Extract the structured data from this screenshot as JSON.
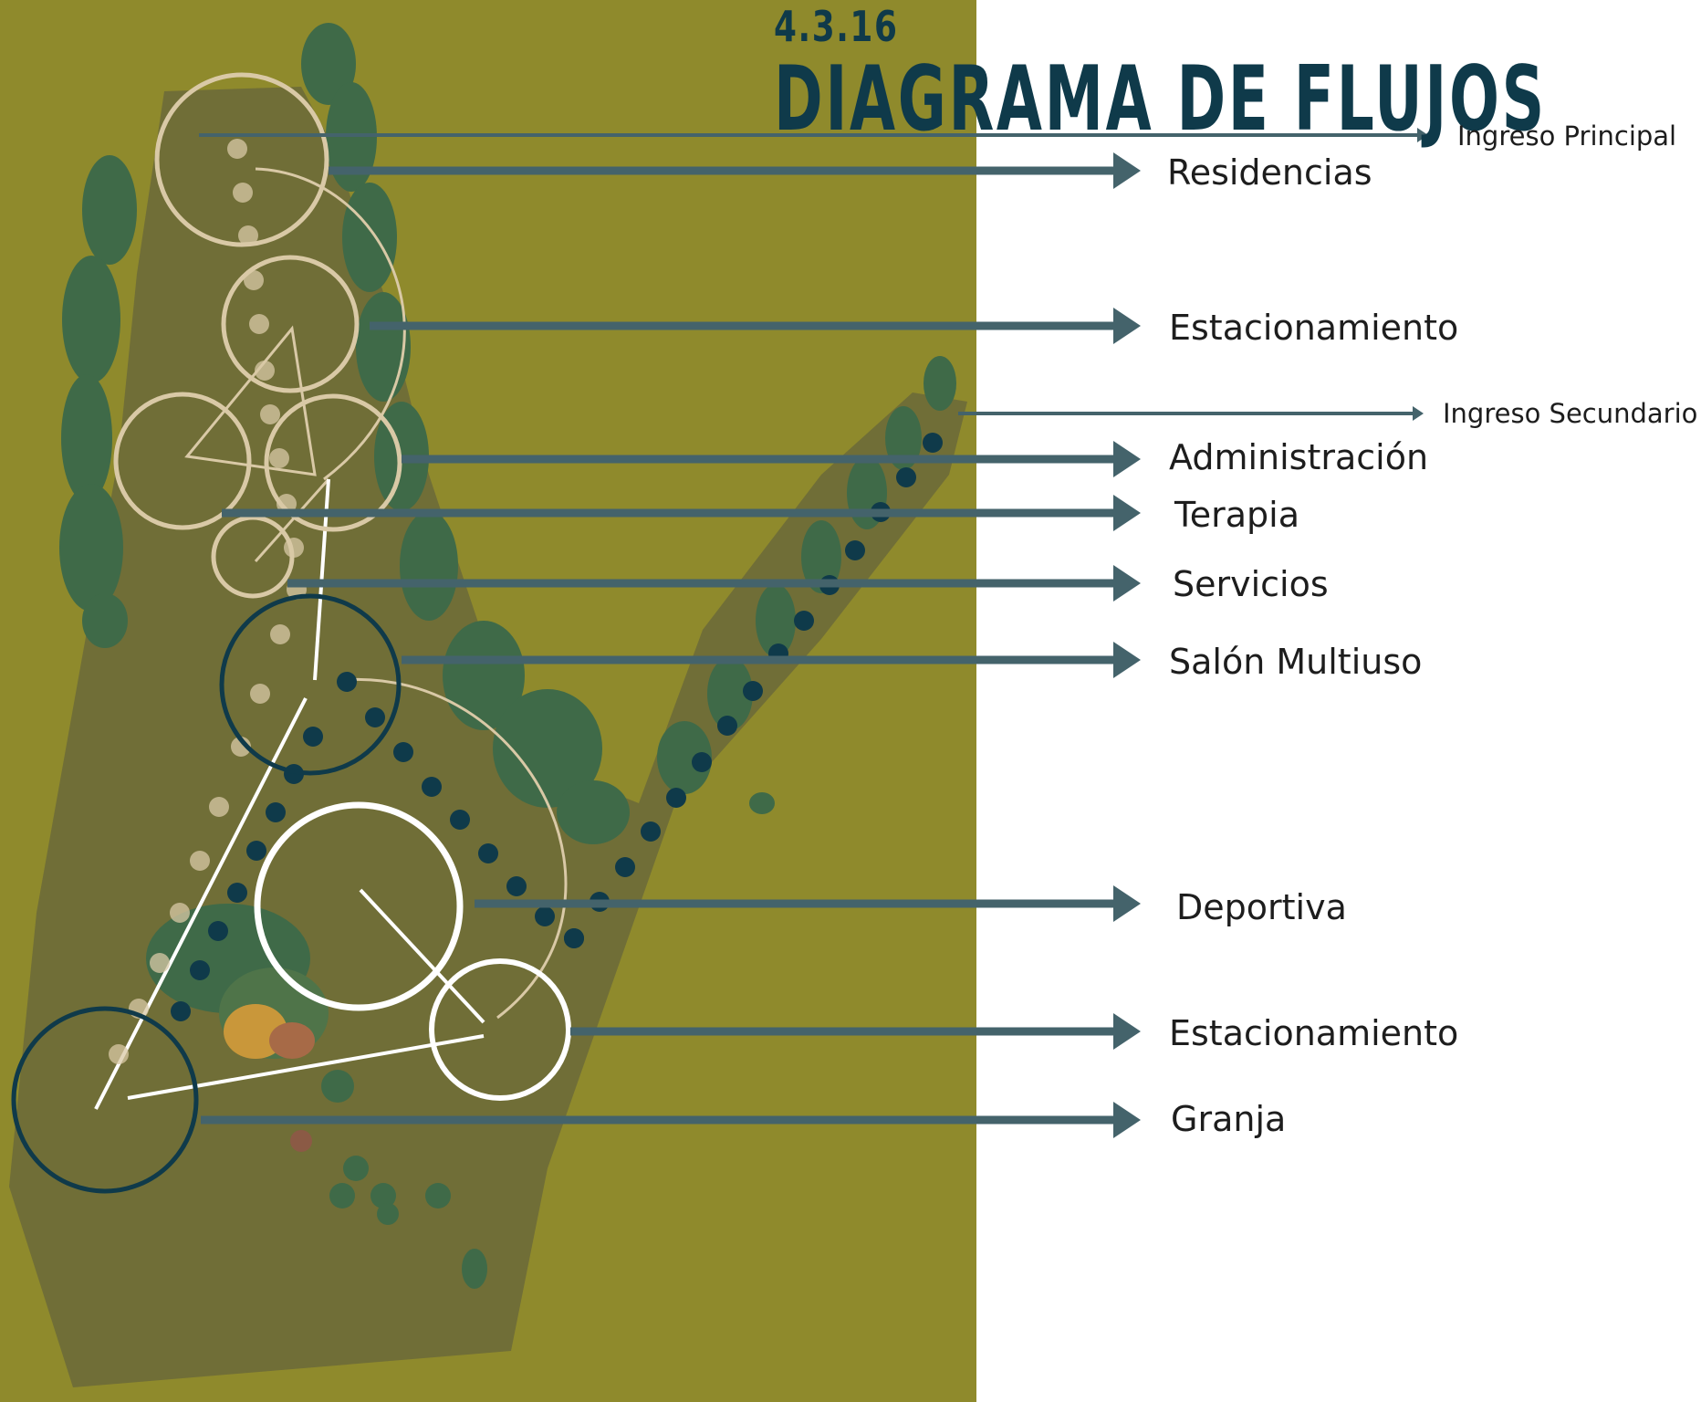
{
  "title": {
    "number": "4.3.16",
    "main": "DIAGRAMA DE FLUJOS"
  },
  "entrances": [
    {
      "label": "Ingreso Principal"
    },
    {
      "label": "Ingreso Secundario"
    }
  ],
  "zones": [
    {
      "label": "Residencias"
    },
    {
      "label": "Estacionamiento"
    },
    {
      "label": "Administración"
    },
    {
      "label": "Terapia"
    },
    {
      "label": "Servicios"
    },
    {
      "label": "Salón Multiuso"
    },
    {
      "label": "Deportiva"
    },
    {
      "label": "Estacionamiento"
    },
    {
      "label": "Granja"
    }
  ],
  "colors": {
    "ground": "#8f8a2c",
    "site": "#6d6a38",
    "tree": "#3f6a48",
    "dark_teal": "#0f3a4a",
    "arrow": "#44636b",
    "beige": "#d9c9a6",
    "white": "#ffffff"
  }
}
